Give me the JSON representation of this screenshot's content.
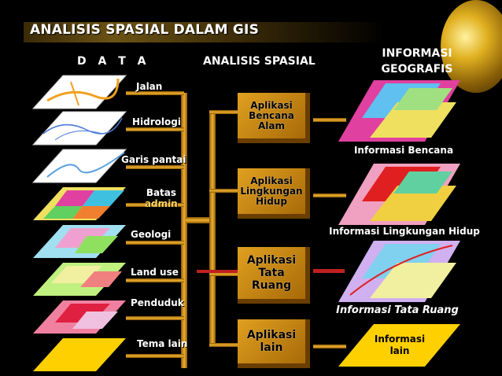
{
  "title": "ANALISIS SPASIAL  DALAM  GIS",
  "headers": {
    "data": "D A T A",
    "analysis": "ANALISIS SPASIAL",
    "info_line1": "INFORMASI",
    "info_line2": "GEOGRAFIS"
  },
  "layers": [
    {
      "label": "Jalan"
    },
    {
      "label": "Hidrologi"
    },
    {
      "label": "Garis pantai"
    },
    {
      "label": "Batas",
      "label2": "admin"
    },
    {
      "label": "Geologi"
    },
    {
      "label": "Land use"
    },
    {
      "label": "Penduduk"
    },
    {
      "label": "Tema lain"
    }
  ],
  "applications": [
    {
      "line1": "Aplikasi",
      "line2": "Bencana",
      "line3": "Alam"
    },
    {
      "line1": "Aplikasi",
      "line2": "Lingkungan",
      "line3": "Hidup"
    },
    {
      "line1": "Aplikasi",
      "line2": "Tata",
      "line3": "Ruang"
    },
    {
      "line1": "Aplikasi",
      "line2": "lain"
    }
  ],
  "outputs": [
    {
      "label": "Informasi Bencana"
    },
    {
      "label": "Informasi Lingkungan Hidup"
    },
    {
      "label": "Informasi Tata Ruang"
    },
    {
      "line1": "Informasi",
      "line2": "lain"
    }
  ],
  "colors": {
    "connector": "#c98a10",
    "box": "#d8961a",
    "label_admin": "#ffd060",
    "tema_lain_fill": "#ffd000"
  }
}
